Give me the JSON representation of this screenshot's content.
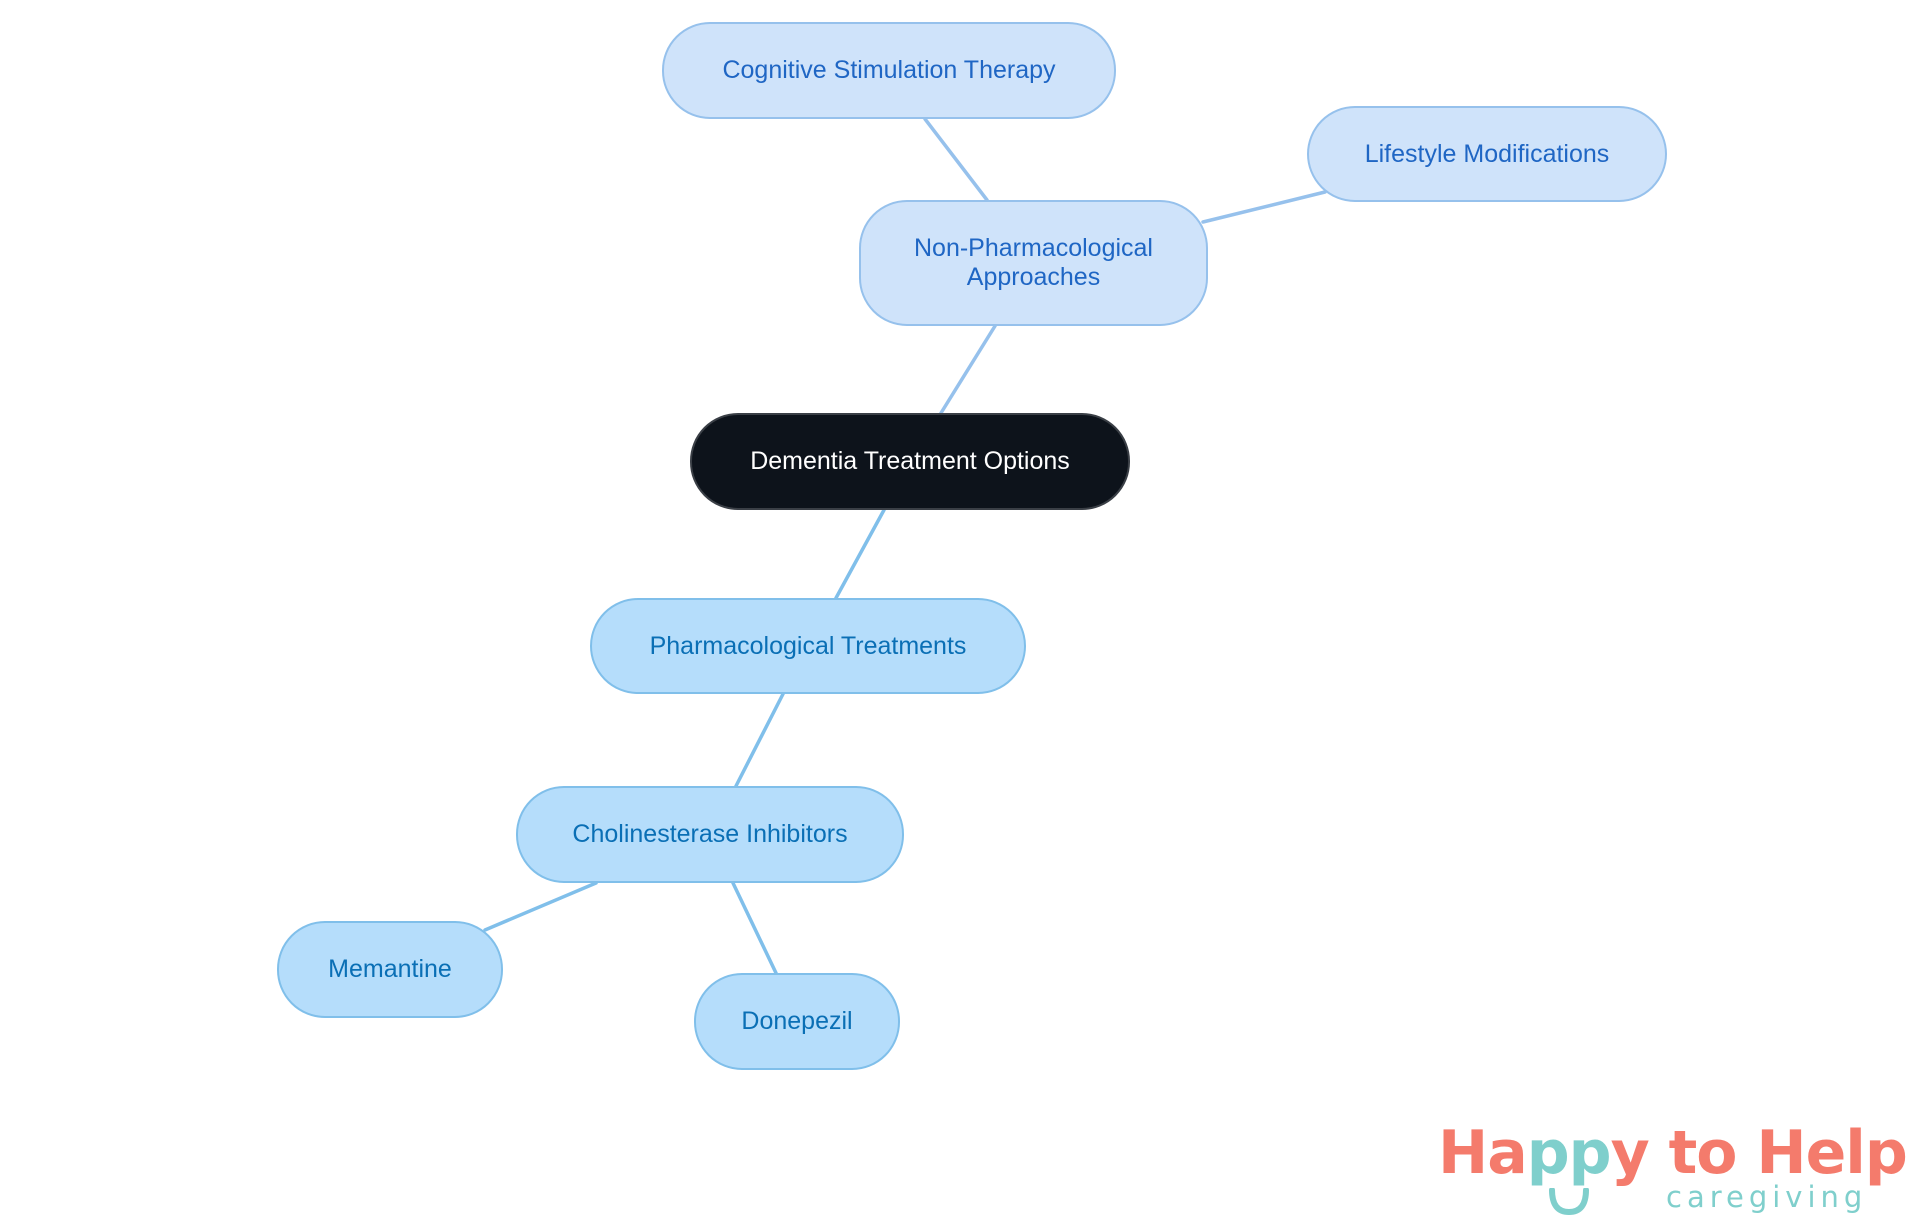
{
  "diagram": {
    "type": "mind-map",
    "root": {
      "id": "root",
      "label": "Dementia Treatment Options"
    },
    "nodes": [
      {
        "id": "non_pharma",
        "label": "Non-Pharmacological Approaches",
        "parent": "root"
      },
      {
        "id": "cst",
        "label": "Cognitive Stimulation Therapy",
        "parent": "non_pharma"
      },
      {
        "id": "lifestyle",
        "label": "Lifestyle Modifications",
        "parent": "non_pharma"
      },
      {
        "id": "pharma",
        "label": "Pharmacological Treatments",
        "parent": "root"
      },
      {
        "id": "che",
        "label": "Cholinesterase Inhibitors",
        "parent": "pharma"
      },
      {
        "id": "memantine",
        "label": "Memantine",
        "parent": "che"
      },
      {
        "id": "donepezil",
        "label": "Donepezil",
        "parent": "che"
      }
    ],
    "colors": {
      "root_fill": "#0d131b",
      "root_text": "#ffffff",
      "non_pharma_fill": "#cfe3fa",
      "non_pharma_border": "#96c1ec",
      "non_pharma_text": "#1f66c4",
      "pharma_fill": "#b5ddfb",
      "pharma_border": "#80bfea",
      "pharma_text": "#0a6fb5",
      "edge_non_pharma": "#96c1ec",
      "edge_pharma": "#80bfea"
    }
  },
  "labels": {
    "root": "Dementia Treatment Options",
    "non_pharma_line1": "Non-Pharmacological",
    "non_pharma_line2": "Approaches",
    "cst": "Cognitive Stimulation Therapy",
    "lifestyle": "Lifestyle Modifications",
    "pharma": "Pharmacological Treatments",
    "che": "Cholinesterase Inhibitors",
    "memantine": "Memantine",
    "donepezil": "Donepezil"
  },
  "logo": {
    "part1": "Ha",
    "part2": "pp",
    "part3": "y to Help",
    "tagline": "caregiving",
    "colors": {
      "primary": "#f47b6c",
      "accent": "#7fcfcc"
    }
  }
}
